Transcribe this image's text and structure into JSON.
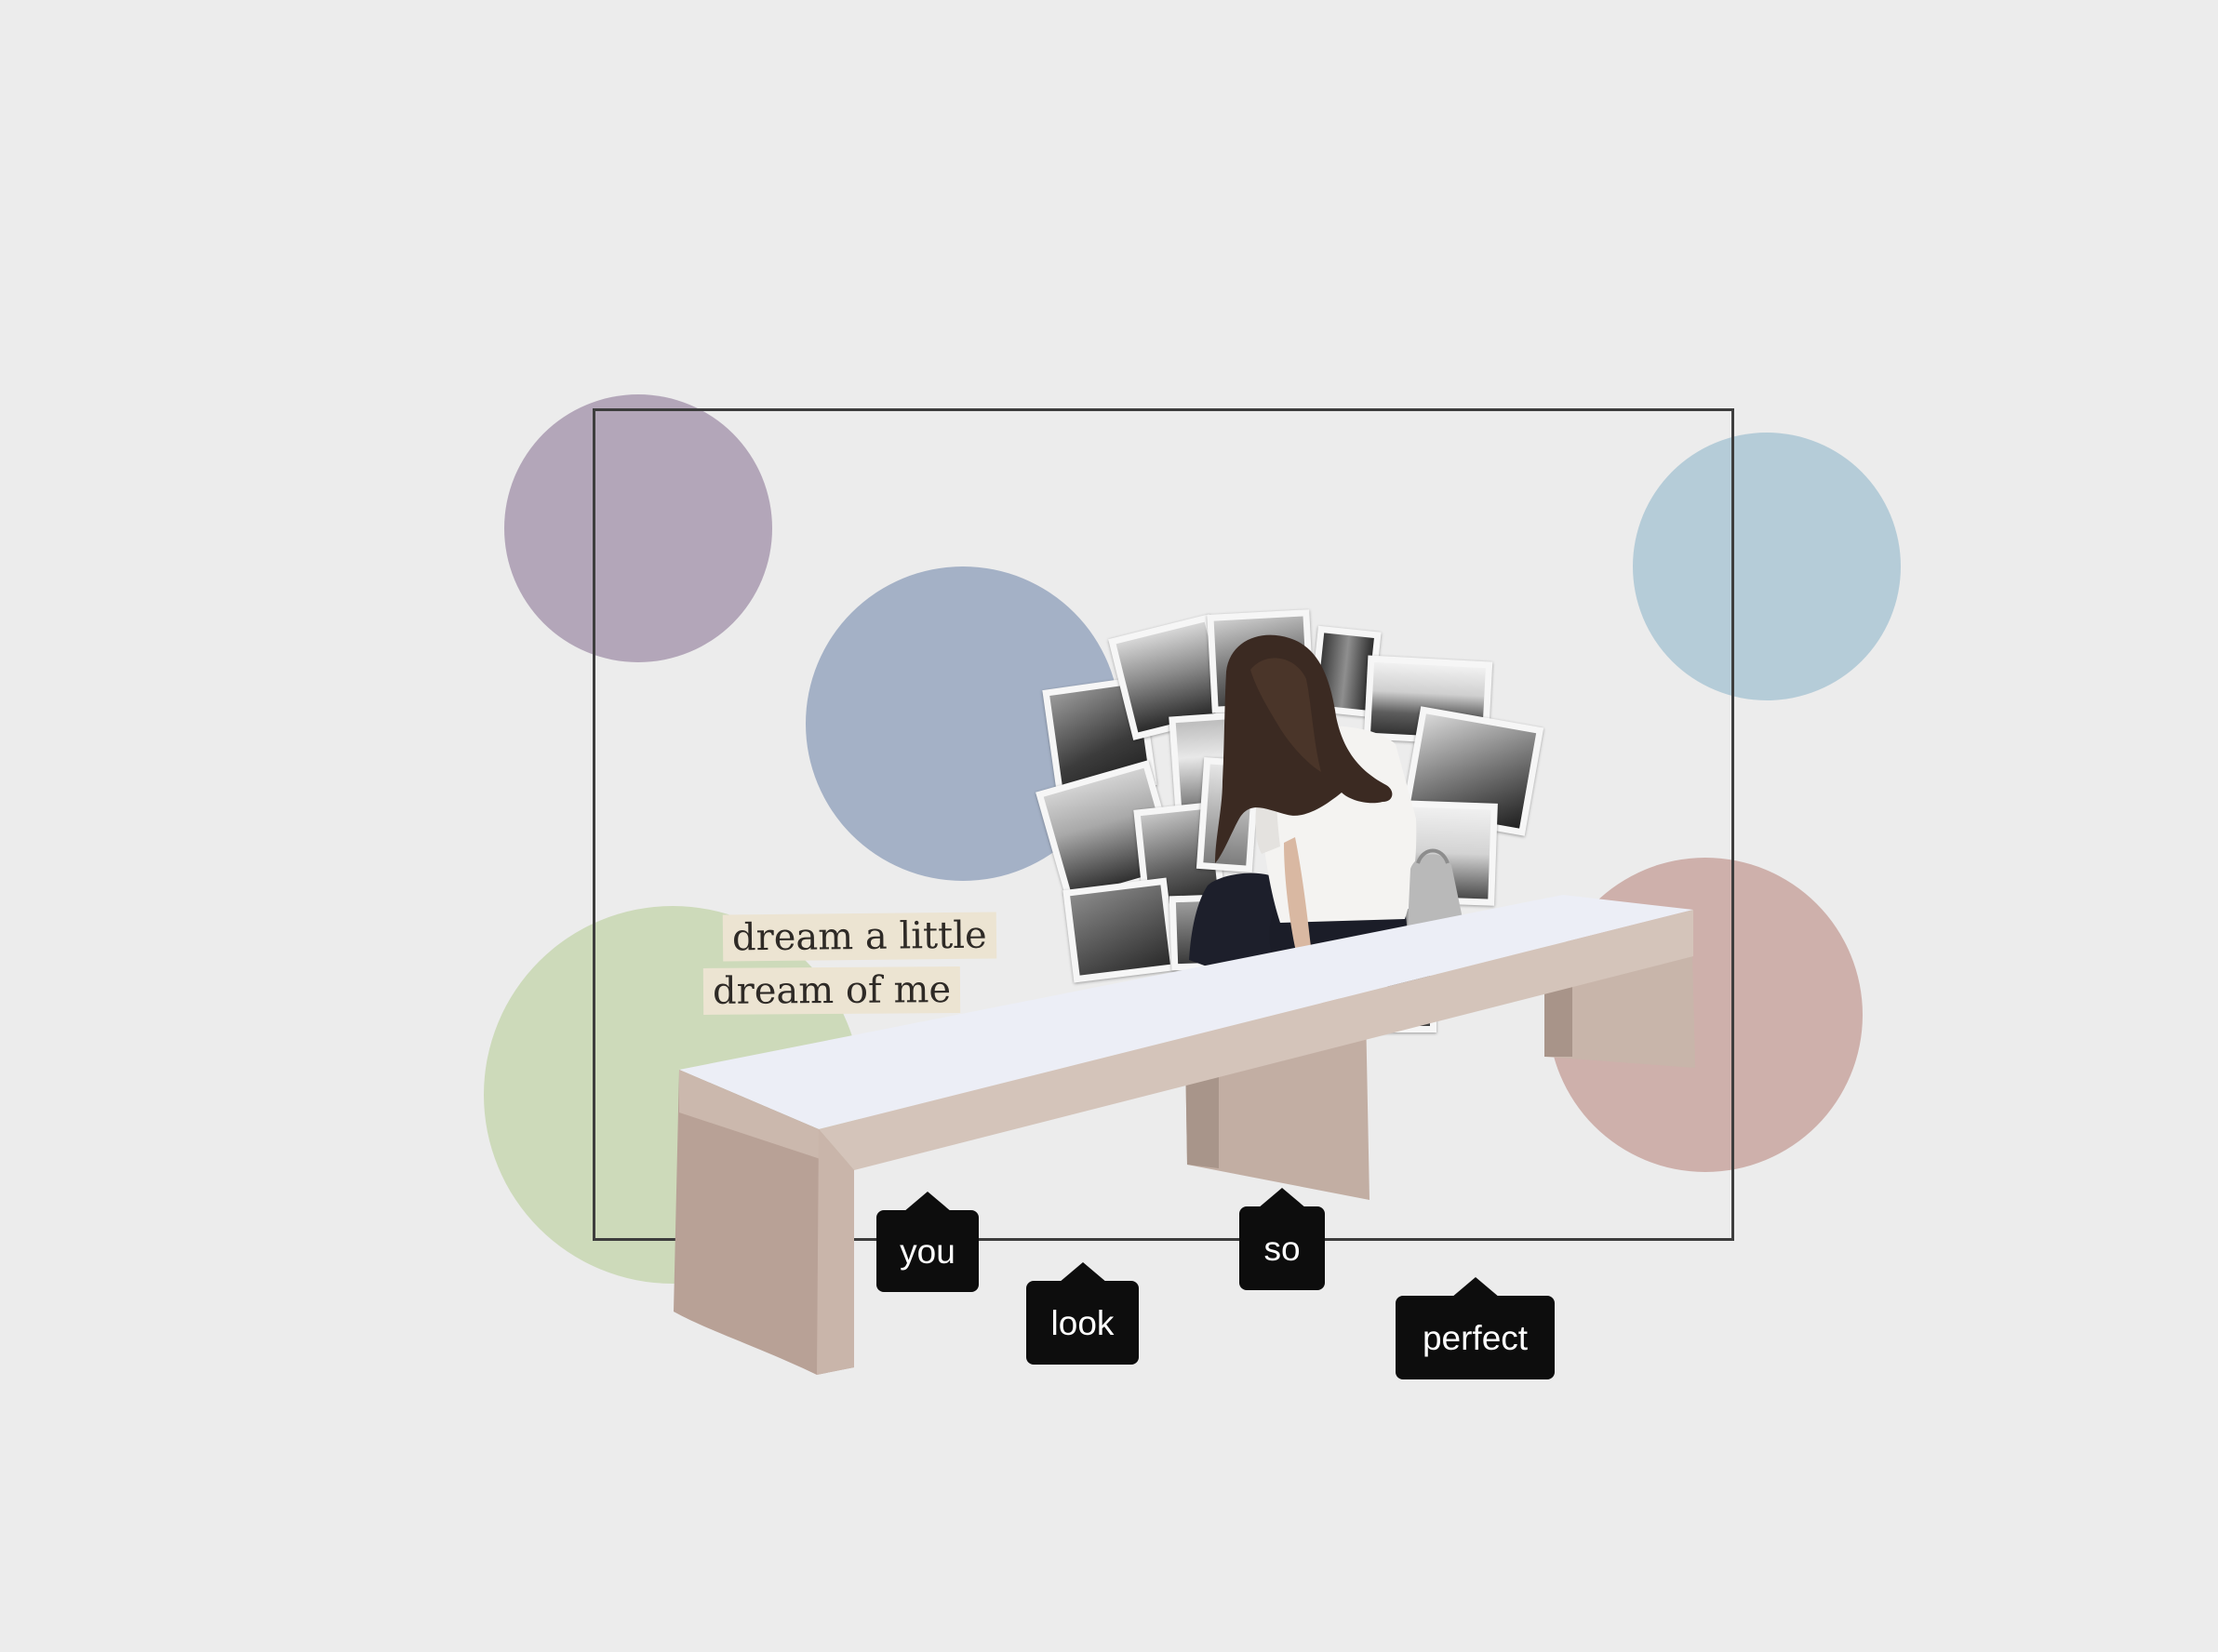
{
  "quote": {
    "line1": "dream a little",
    "line2": "dream of me"
  },
  "tags": {
    "you": "you",
    "look": "look",
    "so": "so",
    "perfect": "perfect"
  },
  "colors": {
    "background": "#ececec",
    "purple_circle": "#b3a6b9",
    "slate_circle": "#a4b1c6",
    "blue_circle": "#b5ccd8",
    "green_circle": "#cddaba",
    "rose_circle": "#ceb0ab",
    "frame": "#3d3d3d",
    "tag_background": "#0d0d0d"
  }
}
